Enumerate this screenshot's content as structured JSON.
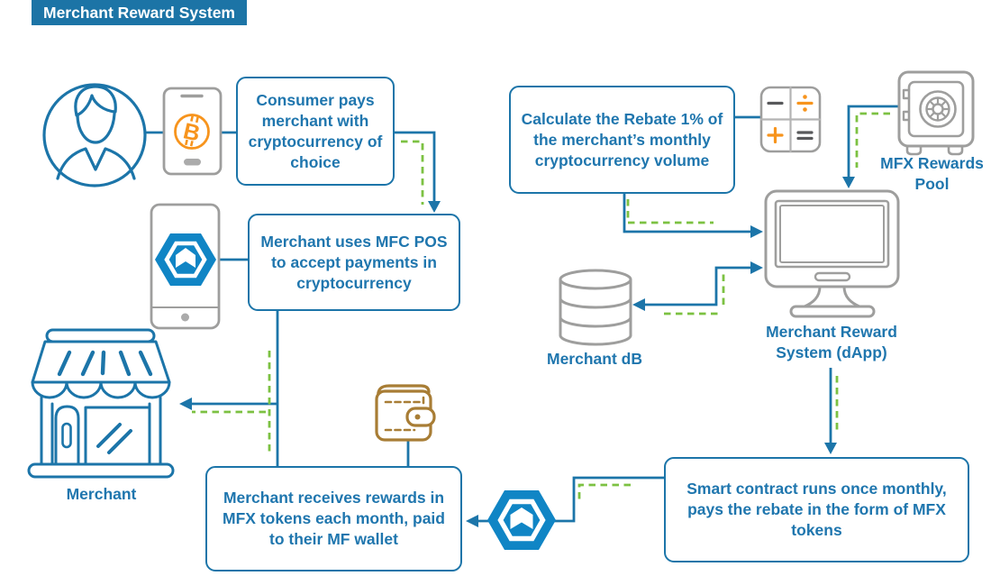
{
  "title": "Merchant Reward System",
  "boxes": {
    "consumer_pays": "Consumer pays merchant with cryptocurrency of choice",
    "calculate_rebate": "Calculate the Rebate 1% of the merchant’s monthly cryptocurrency volume",
    "merchant_pos": "Merchant uses MFC POS to accept payments in cryptocurrency",
    "merchant_receives": "Merchant receives rewards in MFX tokens each month, paid to their MF wallet",
    "smart_contract": "Smart contract runs once monthly, pays the rebate in the form of MFX tokens"
  },
  "labels": {
    "rewards_pool": "MFX Rewards Pool",
    "mrs_dapp": "Merchant Reward System (dApp)",
    "merchant_db": "Merchant dB",
    "merchant": "Merchant"
  },
  "icons": {
    "consumer-icon": "person in circle",
    "crypto-phone-icon": "smartphone with bitcoin symbol",
    "pos-phone-icon": "smartphone with MFC hexagon logo",
    "mfc-token-icon": "MFC hexagon logo token",
    "merchant-store-icon": "storefront",
    "wallet-icon": "wallet with clasp",
    "calculator-icon": "calculator keys − ÷ + =",
    "vault-icon": "safe with dial",
    "monitor-icon": "desktop computer",
    "database-icon": "database cylinder"
  },
  "colors": {
    "primary_blue": "#1C75A9",
    "text_blue": "#1F76AE",
    "logo_blue": "#1085C5",
    "dash_green": "#7CC142",
    "icon_gray": "#9E9E9D",
    "symbol_gray": "#58595B",
    "bitcoin_orange": "#F7941D",
    "wallet_brown": "#A87D35",
    "title_bg": "#1C74A6"
  }
}
